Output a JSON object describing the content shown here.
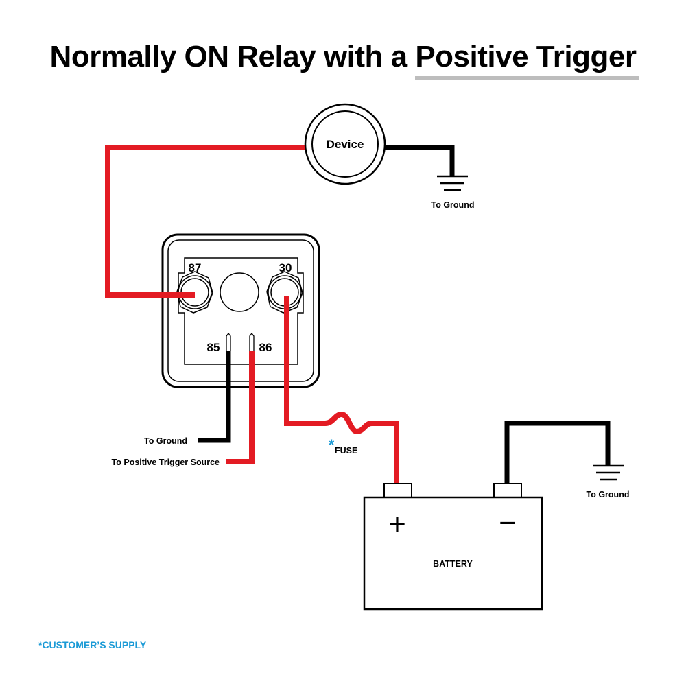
{
  "title": {
    "prefix": "Normally ON Relay with a ",
    "highlight": "Positive Trigger"
  },
  "device": {
    "label": "Device"
  },
  "relay": {
    "terminals": {
      "t87": "87",
      "t30": "30",
      "t85": "85",
      "t86": "86"
    }
  },
  "labels": {
    "device_ground": "To Ground",
    "relay_ground": "To Ground",
    "trigger_source": "To Positive Trigger Source",
    "fuse_asterisk": "*",
    "fuse": "FUSE",
    "battery_ground": "To Ground",
    "battery": "BATTERY",
    "battery_plus": "+",
    "battery_minus": "−",
    "footnote": "*CUSTOMER’S SUPPLY"
  },
  "colors": {
    "positive_wire": "#e31b23",
    "ground_wire": "#000000",
    "accent": "#1a9ad6",
    "underline": "#bdbdbd"
  }
}
